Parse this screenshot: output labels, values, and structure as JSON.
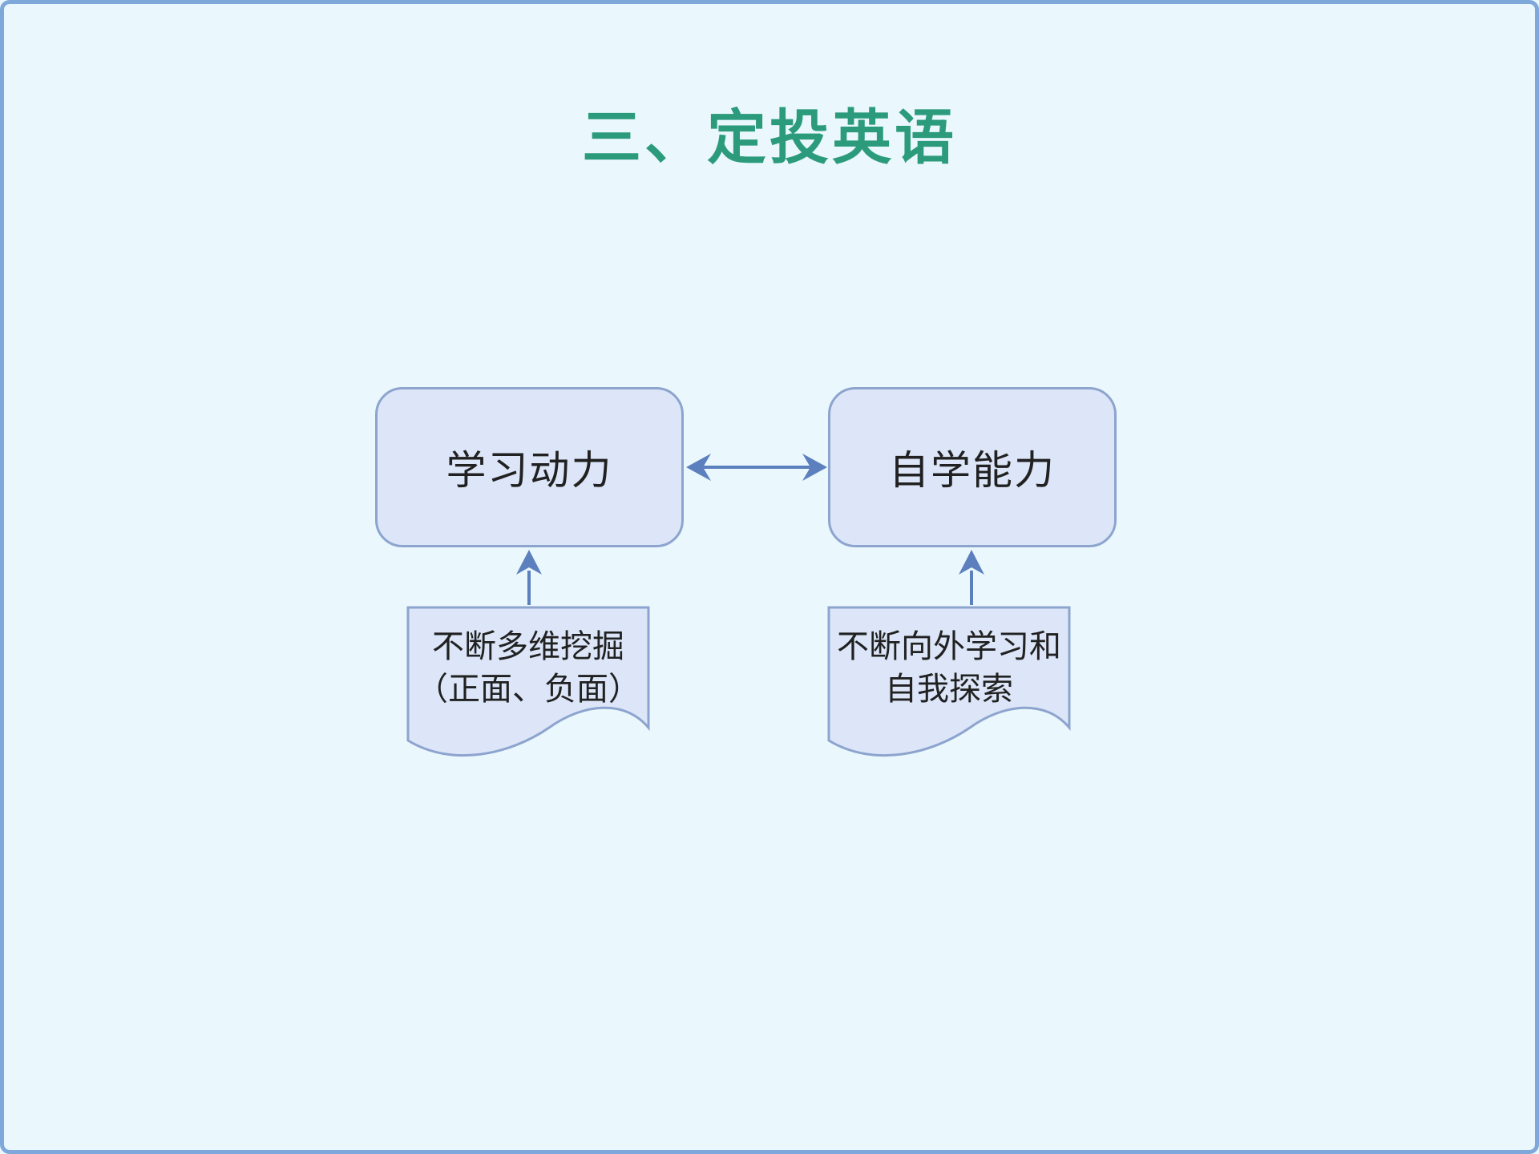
{
  "header": {
    "title": "三、定投英语"
  },
  "colors": {
    "background": "#EAF7FC",
    "frame_border": "#7FA8DA",
    "node_fill": "#DCE6F8",
    "node_border": "#8DA4CE",
    "arrow": "#5C80BE",
    "title": "#2B9B7C",
    "text": "#212121"
  },
  "diagram": {
    "nodes": [
      {
        "id": "learning-motivation",
        "label": "学习动力"
      },
      {
        "id": "self-learning-ability",
        "label": "自学能力"
      }
    ],
    "documents": [
      {
        "id": "doc-multidim-digging",
        "lines": [
          "不断多维挖掘",
          "（正面、负面）"
        ]
      },
      {
        "id": "doc-outward-learning",
        "lines": [
          "不断向外学习和",
          "自我探索"
        ]
      }
    ],
    "connections": [
      {
        "from": "learning-motivation",
        "to": "self-learning-ability",
        "type": "bidirectional"
      },
      {
        "from": "doc-multidim-digging",
        "to": "learning-motivation",
        "type": "arrow-up"
      },
      {
        "from": "doc-outward-learning",
        "to": "self-learning-ability",
        "type": "arrow-up"
      }
    ]
  }
}
